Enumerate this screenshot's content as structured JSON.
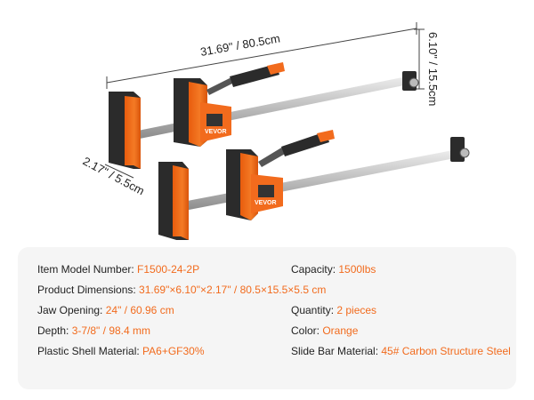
{
  "brand": "VEVOR",
  "dimensions": {
    "length": "31.69\"  / 80.5cm",
    "height": "6.10\" / 15.5cm",
    "depth": "2.17\" / 5.5cm"
  },
  "colors": {
    "accent": "#f26b1d",
    "jaw_dark": "#2b2b2b",
    "bar": "#c9c9c9",
    "panel_bg": "#f5f5f5"
  },
  "specs": {
    "model": {
      "label": "Item Model Number: ",
      "value": "F1500-24-2P"
    },
    "capacity": {
      "label": "Capacity: ",
      "value": "1500lbs"
    },
    "product_dim": {
      "label": "Product Dimensions: ",
      "value": "31.69\"×6.10\"×2.17\" / 80.5×15.5×5.5 cm"
    },
    "jaw": {
      "label": "Jaw Opening: ",
      "value": "24\" / 60.96 cm"
    },
    "quantity": {
      "label": "Quantity:  ",
      "value": "2 pieces"
    },
    "depth": {
      "label": "Depth: ",
      "value": "3-7/8\" / 98.4 mm"
    },
    "color": {
      "label": "Color: ",
      "value": "Orange"
    },
    "shell": {
      "label": "Plastic Shell Material: ",
      "value": "PA6+GF30%"
    },
    "slide": {
      "label": "Slide Bar Material: ",
      "value": "45# Carbon Structure Steel"
    }
  }
}
